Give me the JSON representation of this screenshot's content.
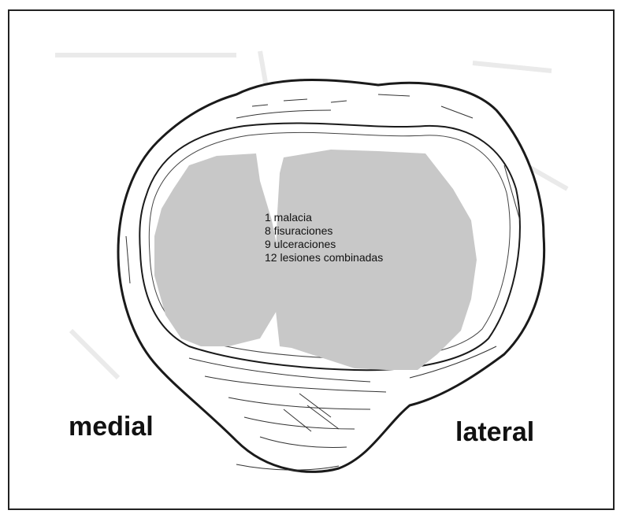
{
  "diagram": {
    "legend_lines": [
      "1 malacia",
      "8 fisuraciones",
      "9 ulceraciones",
      "12 lesiones combinadas"
    ],
    "labels": {
      "medial": "medial",
      "lateral": "lateral"
    },
    "colors": {
      "lesion_fill": "#c8c8c8",
      "outline": "#1a1a1a",
      "background": "#ffffff"
    }
  }
}
